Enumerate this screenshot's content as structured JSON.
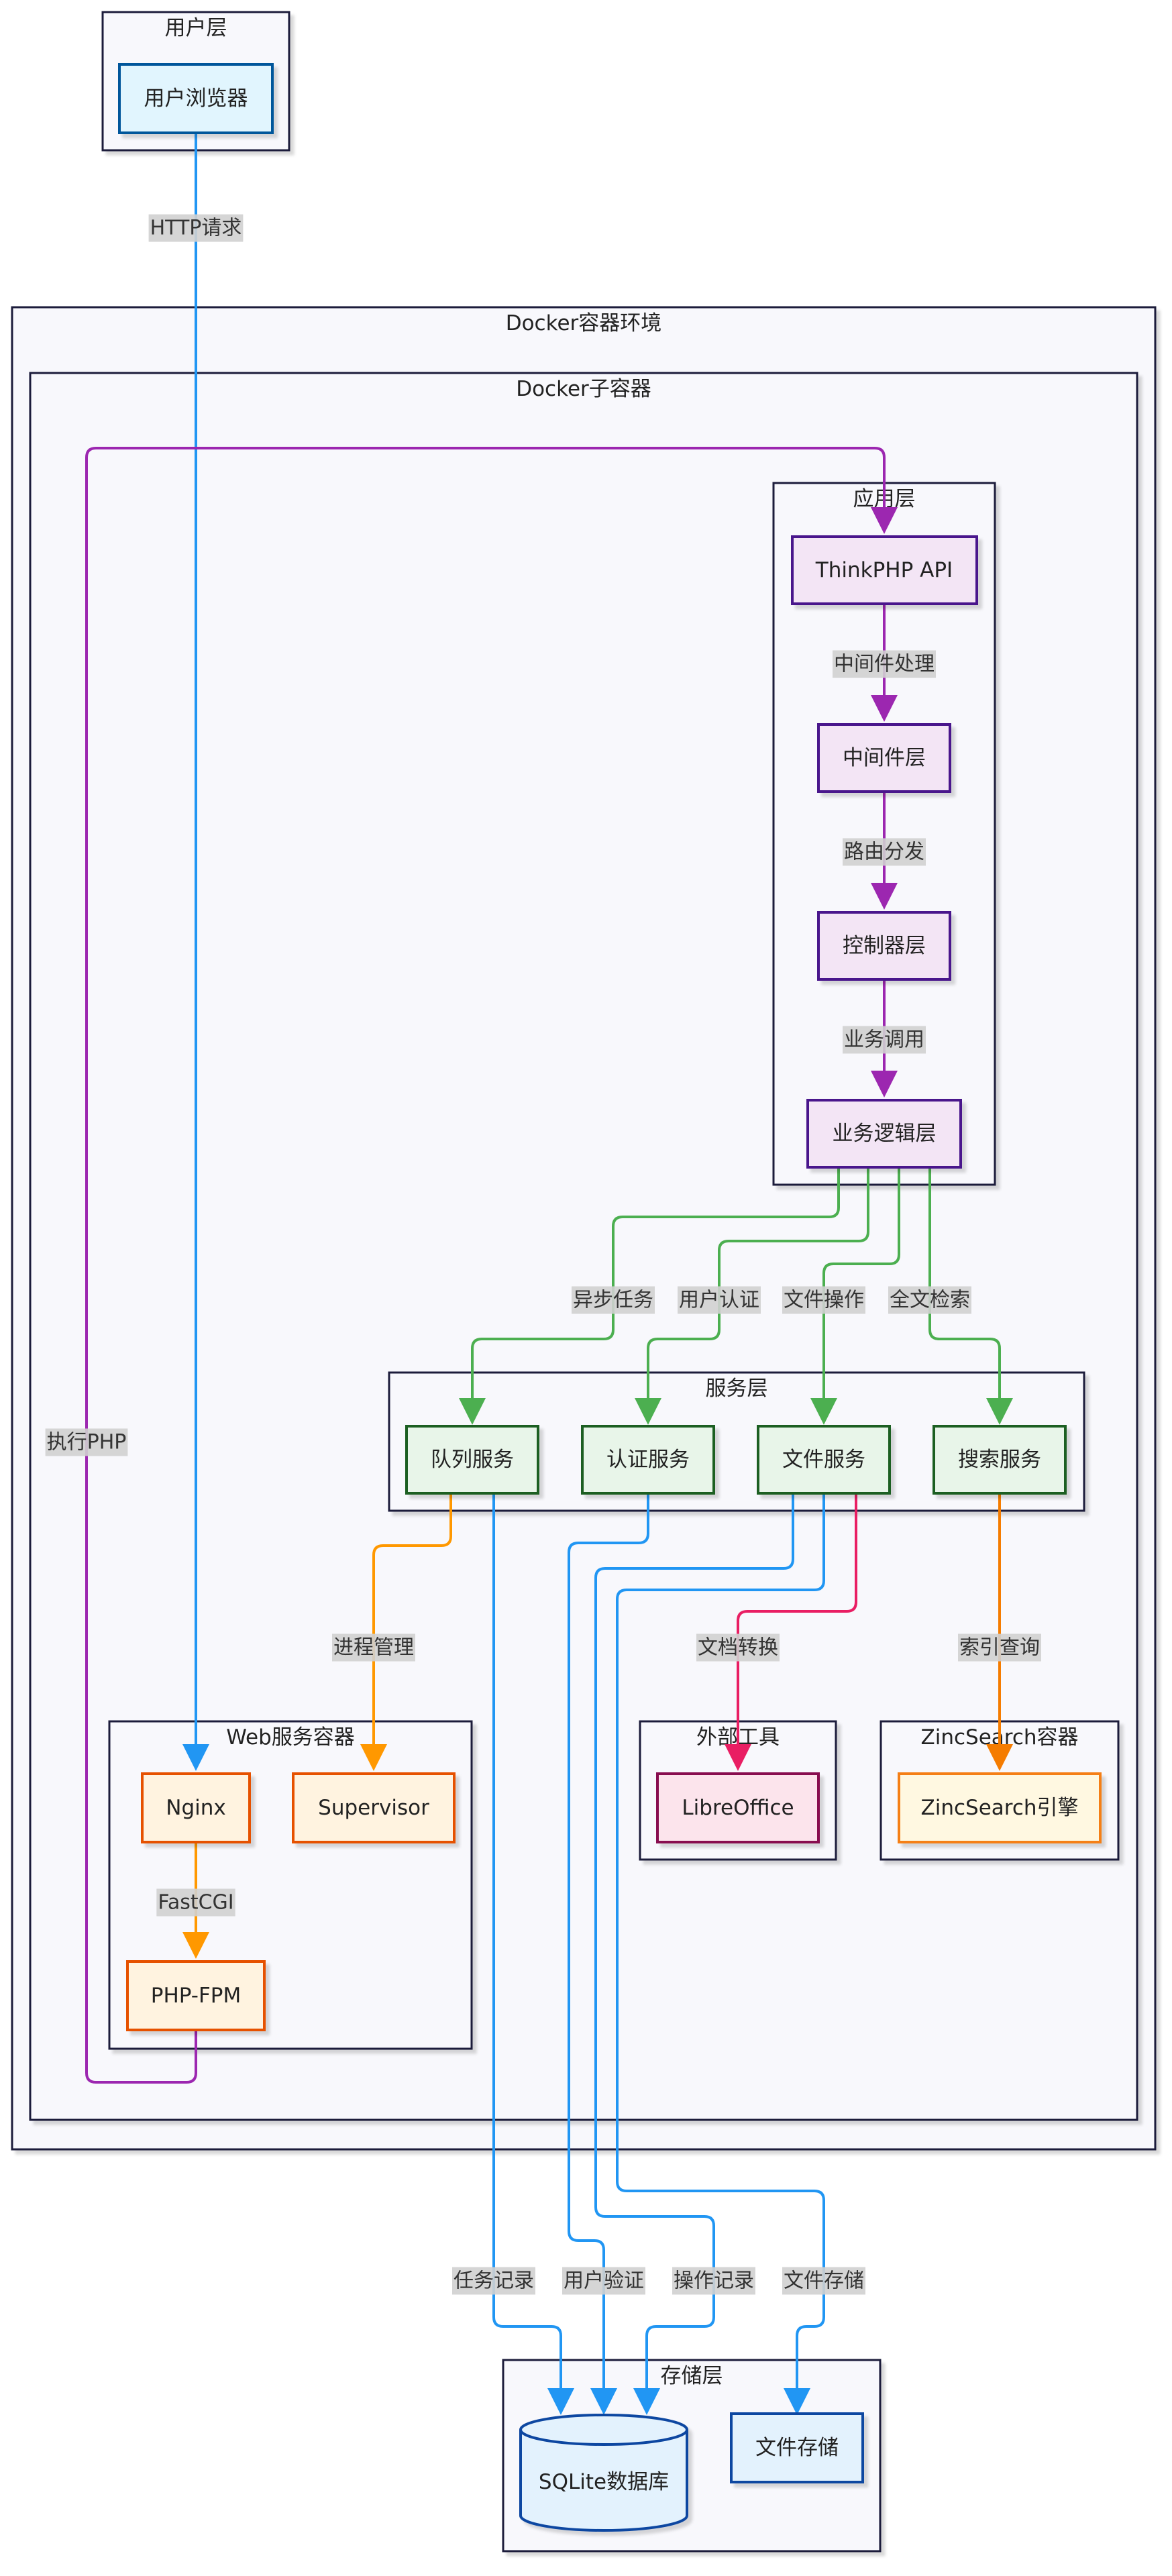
{
  "colors": {
    "cluster_border": "#1e1b3a",
    "cluster_fill": "#f8f8fc",
    "blue": "#2196f3",
    "purple": "#9c27b0",
    "green": "#4caf50",
    "orange": "#ff9800",
    "deep_orange": "#f57c00",
    "pink": "#e91e63",
    "label_bg": "#d0d0d0"
  },
  "clusters": {
    "user_layer": "用户层",
    "docker_env": "Docker容器环境",
    "docker_sub": "Docker子容器",
    "app_layer": "应用层",
    "service_layer": "服务层",
    "web_container": "Web服务容器",
    "external_tools": "外部工具",
    "zinc_container": "ZincSearch容器",
    "storage_layer": "存储层"
  },
  "nodes": {
    "browser": "用户浏览器",
    "thinkphp": "ThinkPHP API",
    "middleware": "中间件层",
    "controller": "控制器层",
    "business": "业务逻辑层",
    "queue": "队列服务",
    "auth": "认证服务",
    "file": "文件服务",
    "search": "搜索服务",
    "nginx": "Nginx",
    "supervisor": "Supervisor",
    "phpfpm": "PHP-FPM",
    "libreoffice": "LibreOffice",
    "zinc_engine": "ZincSearch引擎",
    "sqlite": "SQLite数据库",
    "file_storage": "文件存储"
  },
  "edge_labels": {
    "http": "HTTP请求",
    "middleware_proc": "中间件处理",
    "routing": "路由分发",
    "biz_call": "业务调用",
    "async_task": "异步任务",
    "user_auth": "用户认证",
    "file_op": "文件操作",
    "fulltext": "全文检索",
    "exec_php": "执行PHP",
    "process_mgmt": "进程管理",
    "doc_convert": "文档转换",
    "index_query": "索引查询",
    "fastcgi": "FastCGI",
    "task_record": "任务记录",
    "user_verify": "用户验证",
    "op_record": "操作记录",
    "file_store": "文件存储"
  }
}
